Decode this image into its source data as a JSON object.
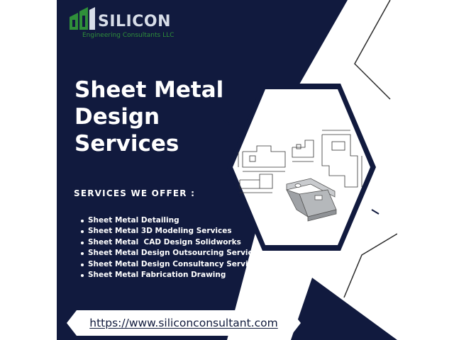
{
  "brand": {
    "name": "SILICON",
    "tagline": "Engineering Consultants LLC"
  },
  "headline": {
    "lines": [
      "Sheet Metal",
      "Design",
      "Services"
    ]
  },
  "services_section": {
    "title": "SERVICES WE OFFER :",
    "items": [
      "Sheet Metal Detailing",
      "Sheet Metal 3D Modeling Services",
      "Sheet Metal  CAD Design Solidworks",
      "Sheet Metal Design Outsourcing Services",
      "Sheet Metal Design Consultancy Services",
      "Sheet Metal Fabrication Drawing"
    ]
  },
  "footer": {
    "url": "https://www.siliconconsultant.com"
  },
  "colors": {
    "navy": "#111a3e",
    "white": "#ffffff",
    "brand_green": "#2f8f3a",
    "outline": "#2b2b2b"
  },
  "icons": {
    "logo": "silicon-building-logo-icon",
    "bullet": "bullet-dot-icon",
    "drawing": "sheet-metal-cad-drawing-image"
  }
}
